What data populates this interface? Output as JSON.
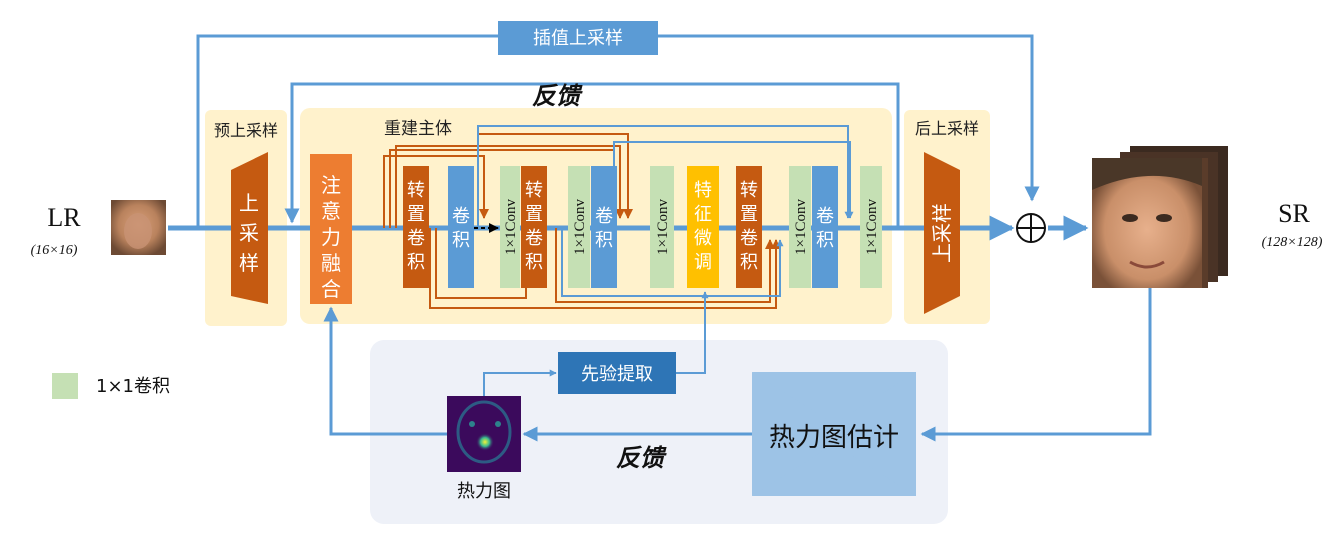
{
  "labels": {
    "lr": "LR",
    "lr_size": "(16×16)",
    "sr": "SR",
    "sr_size": "(128×128)",
    "interp_upsample": "插值上采样",
    "feedback_top": "反馈",
    "feedback_bottom": "反馈",
    "pre_upsample_title": "预上采样",
    "post_upsample_title": "后上采样",
    "recon_title": "重建主体",
    "pre_upsample_block": [
      "上",
      "采",
      "样"
    ],
    "post_upsample_block": "上采样",
    "attention_fusion": [
      "注",
      "意",
      "力",
      "融",
      "合"
    ],
    "transpose_conv": [
      "转",
      "置",
      "卷",
      "积"
    ],
    "conv": [
      "卷",
      "积"
    ],
    "conv1x1": "1×1Conv",
    "feature_tune": [
      "特",
      "征",
      "微",
      "调"
    ],
    "prior_extract": "先验提取",
    "heatmap_estimate": "热力图估计",
    "heatmap_caption": "热力图",
    "legend_conv1x1": "1×1卷积"
  },
  "colors": {
    "arrow_blue": "#5b9bd5",
    "arrow_orange": "#c55a11",
    "panel_bg": "#fff2cc",
    "lower_panel_bg": "#eef1f8",
    "upsample_brown": "#c55a11",
    "attention_orange": "#ed7d31",
    "conv_blue": "#5b9bd5",
    "conv1x1_green": "#c5e0b4",
    "tune_yellow": "#ffc000",
    "button_blue": "#2e75b6",
    "hourglass_blue": "#9dc3e6",
    "heatmap_bg": "#3b0a5c"
  }
}
